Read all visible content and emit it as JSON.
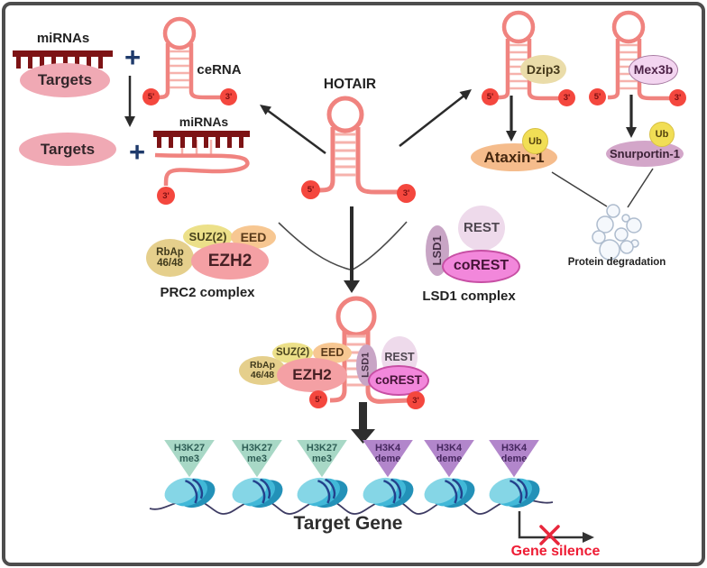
{
  "labels": {
    "five_prime": "5'",
    "three_prime": "3'",
    "plus": "+",
    "ub": "Ub"
  },
  "cerna_section": {
    "mirnas": "miRNAs",
    "targets": "Targets",
    "cerna": "ceRNA",
    "targets_free": "Targets",
    "mirnas_bound": "miRNAs"
  },
  "hotair": {
    "title": "HOTAIR"
  },
  "degradation": {
    "dzip3": "Dzip3",
    "mex3b": "Mex3b",
    "ataxin1": "Ataxin-1",
    "snurportin1": "Snurportin-1",
    "caption": "Protein degradation"
  },
  "prc2": {
    "rbap_top": "RbAp",
    "rbap_bottom": "46/48",
    "suz2": "SUZ(2)",
    "eed": "EED",
    "ezh2": "EZH2",
    "caption": "PRC2 complex"
  },
  "lsd1": {
    "lsd1": "LSD1",
    "rest": "REST",
    "corest": "coREST",
    "caption": "LSD1 complex"
  },
  "chromatin": {
    "marks": [
      {
        "top": "H3K27",
        "bottom": "me3"
      },
      {
        "top": "H3K27",
        "bottom": "me3"
      },
      {
        "top": "H3K27",
        "bottom": "me3"
      },
      {
        "top": "H3K4",
        "bottom": "deme"
      },
      {
        "top": "H3K4",
        "bottom": "deme"
      },
      {
        "top": "H3K4",
        "bottom": "deme"
      }
    ],
    "target_gene": "Target Gene",
    "gene_silence": "Gene silence"
  },
  "colors": {
    "rna_strand": "#F0837F",
    "rna_rungs": "#F6B2AC",
    "terminal_circle": "#F4473E",
    "mirna_comb": "#7D1315",
    "targets_ellipse": "#F0A9B4",
    "plus_sign": "#1E3A6B",
    "dzip3": "#EADCA9",
    "mex3b": "#F3D5F0",
    "ataxin1": "#F5BC8C",
    "snurportin1": "#D3A6C9",
    "ub": "#F1DE55",
    "rbap": "#E5CF8C",
    "suz2": "#ECE089",
    "eed": "#F7C792",
    "ezh2": "#F4A0A4",
    "lsd1": "#C8A5C5",
    "rest": "#EEDAEB",
    "corest": "#F287DB",
    "h3k27_flag": "#A8D8C6",
    "h3k4_flag": "#B286CB",
    "nucleosome": "#41B8D8",
    "gene_silence_red": "#EE1C34"
  }
}
